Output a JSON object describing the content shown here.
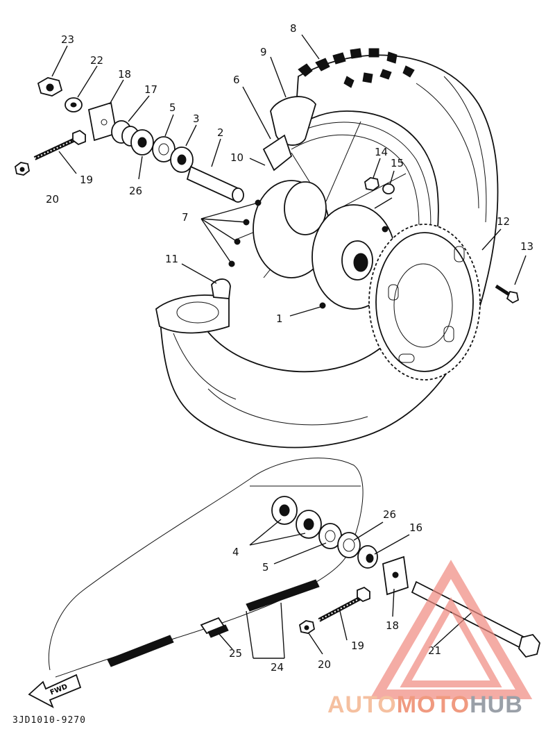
{
  "diagram": {
    "document_code": "3JD1010-9270",
    "fwd_label": "FWD",
    "callouts": [
      "23",
      "22",
      "18",
      "17",
      "5",
      "3",
      "2",
      "26",
      "19",
      "20",
      "8",
      "9",
      "6",
      "10",
      "14",
      "15",
      "7",
      "11",
      "1",
      "12",
      "13",
      "4",
      "26",
      "16",
      "5",
      "18",
      "19",
      "20",
      "21",
      "25",
      "24"
    ]
  },
  "watermark": {
    "part1": "AUTO",
    "part2": "MOTO",
    "part3": "HUB",
    "colors": {
      "auto": "#f5c0a0",
      "moto": "#f09a80",
      "hub": "#9aa0a8",
      "logo": "#f08a80"
    }
  }
}
